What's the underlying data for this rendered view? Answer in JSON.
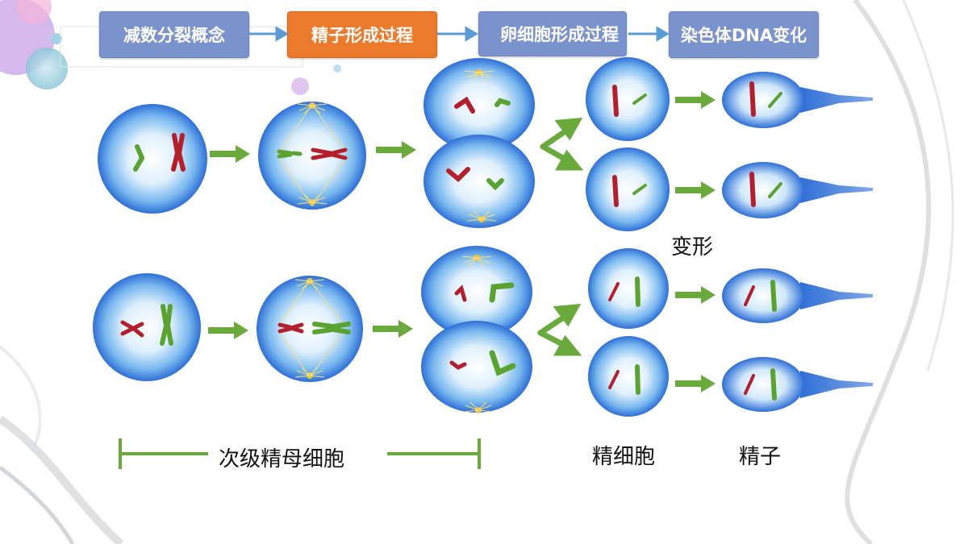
{
  "nav": {
    "steps": [
      {
        "label": "减数分裂概念",
        "active": false
      },
      {
        "label": "精子形成过程",
        "active": true
      },
      {
        "label": "卵细胞形成过程",
        "active": false
      },
      {
        "label": "染色体DNA变化",
        "active": false
      }
    ]
  },
  "labels": {
    "secondary_spermatocyte": "次级精母细胞",
    "transform": "变形",
    "spermatid": "精细胞",
    "sperm": "精子"
  },
  "colors": {
    "nav_active": "#ec7a2c",
    "nav_inactive": "#7b93cc",
    "arrow": "#6aaa3c",
    "cell": "#2f6fd8",
    "chromosome_red": "#b3202c",
    "chromosome_green": "#5aa330"
  }
}
